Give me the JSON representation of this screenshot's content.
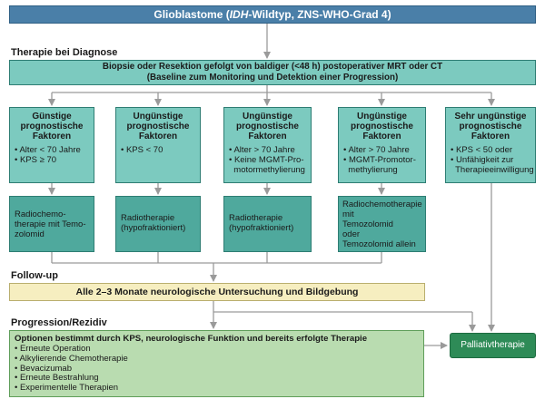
{
  "header": {
    "title_pre": "Glioblastome (",
    "title_italic": "IDH",
    "title_post": "-Wildtyp, ZNS-WHO-Grad 4)"
  },
  "sections": {
    "diagnosis": "Therapie bei Diagnose",
    "followup": "Follow-up",
    "progression": "Progression/Rezidiv"
  },
  "biopsy": {
    "line1": "Biopsie oder Resektion gefolgt von baldiger (<48 h) postoperativer MRT oder CT",
    "line2": "(Baseline zum Monitoring und Detektion einer Progression)"
  },
  "groups": [
    {
      "title": "Günstige prognostische Faktoren",
      "items": [
        "• Alter < 70 Jahre",
        "• KPS ≥ 70"
      ]
    },
    {
      "title": "Ungünstige prognostische Faktoren",
      "items": [
        "• KPS < 70"
      ]
    },
    {
      "title": "Ungünstige prognostische Faktoren",
      "items": [
        "• Alter > 70 Jahre",
        "• Keine MGMT-Pro-",
        "  motormethylierung"
      ]
    },
    {
      "title": "Ungünstige prognostische Faktoren",
      "items": [
        "• Alter > 70 Jahre",
        "• MGMT-Promotor-",
        "  methylierung"
      ]
    },
    {
      "title": "Sehr ungünstige prognostische Faktoren",
      "items": [
        "• KPS < 50 oder",
        "• Unfähigkeit zur",
        "  Therapieeinwilligung"
      ]
    }
  ],
  "therapies": [
    "Radiochemo-\ntherapie mit Temo-\nzolomid",
    "Radiotherapie\n(hypofraktioniert)",
    "Radiotherapie\n(hypofraktioniert)",
    "Radiochemotherapie\nmit\nTemozolomid\noder\nTemozolomid allein"
  ],
  "followup_text": "Alle 2–3 Monate neurologische Untersuchung und Bildgebung",
  "options": {
    "title": "Optionen bestimmt durch KPS, neurologische Funktion und bereits erfolgte Therapie",
    "items": [
      "• Erneute Operation",
      "• Alkylierende Chemotherapie",
      "• Bevacizumab",
      "• Erneute Bestrahlung",
      "• Experimentelle Therapien"
    ]
  },
  "palliative": "Palliativtherapie",
  "colors": {
    "header": "#4a7fa8",
    "teal": "#7ccabf",
    "teal_dark": "#4fa99d",
    "followup": "#f6eec0",
    "options": "#b9dcb0",
    "palliative": "#2e8b57",
    "arrow": "#9a9a9a"
  }
}
